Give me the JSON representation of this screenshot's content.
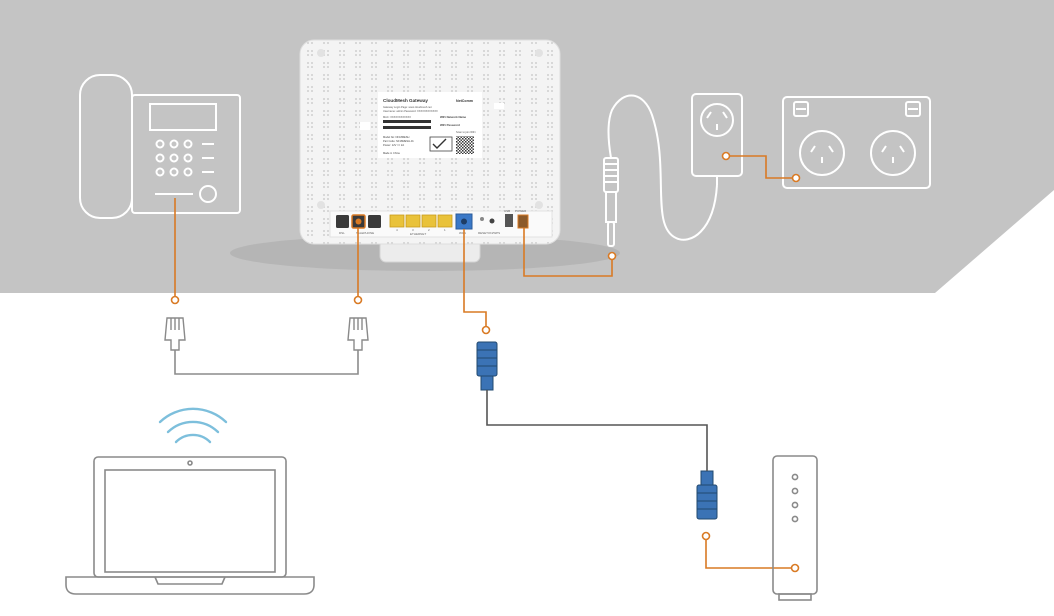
{
  "colors": {
    "background": "#ffffff",
    "backdrop": "#c4c4c4",
    "line_art": "#ffffff",
    "line_art_dark": "#8a8a8a",
    "connector_orange": "#d97a24",
    "phone_cable": "#8c8c8c",
    "ethernet_blue": "#3b73b5",
    "wifi": "#7dbfdc",
    "router_body": "#f4f4f4",
    "port_yellow": "#e9c23a",
    "port_blue": "#3a78c7"
  },
  "router_label": {
    "brand": "CloudMesh Gateway",
    "company": "NetComm",
    "rows": [
      "Gateway Login Page:  www.cloudmesh.net",
      "Username: admin     Password: XXXXXXXXXXXX",
      "MAC: XXXXXXXXXXXX",
      "WiFi Network Name",
      "WiFi Password",
      "Scan to join WiFi",
      "Model No: NF18MESH",
      "Part Code: NF18MESH-01",
      "Power: 12V == 2A",
      "Made in China"
    ]
  },
  "port_labels": {
    "dsl": "DSL",
    "telephone": "TELEPHONE",
    "ethernet": "ETHERNET",
    "ethernet_numbers": [
      "4",
      "3",
      "2",
      "1"
    ],
    "wan": "WAN",
    "usb": "USB",
    "power": "POWER",
    "reset": "RESET",
    "wps": "ON/WPS"
  },
  "icons": [
    "desk-phone-icon",
    "cloudmesh-router",
    "power-adapter-icon",
    "wall-outlet-icon",
    "rj11-connector-icon",
    "rj45-connector-icon",
    "laptop-icon",
    "wifi-signal-icon",
    "nbn-modem-icon"
  ]
}
